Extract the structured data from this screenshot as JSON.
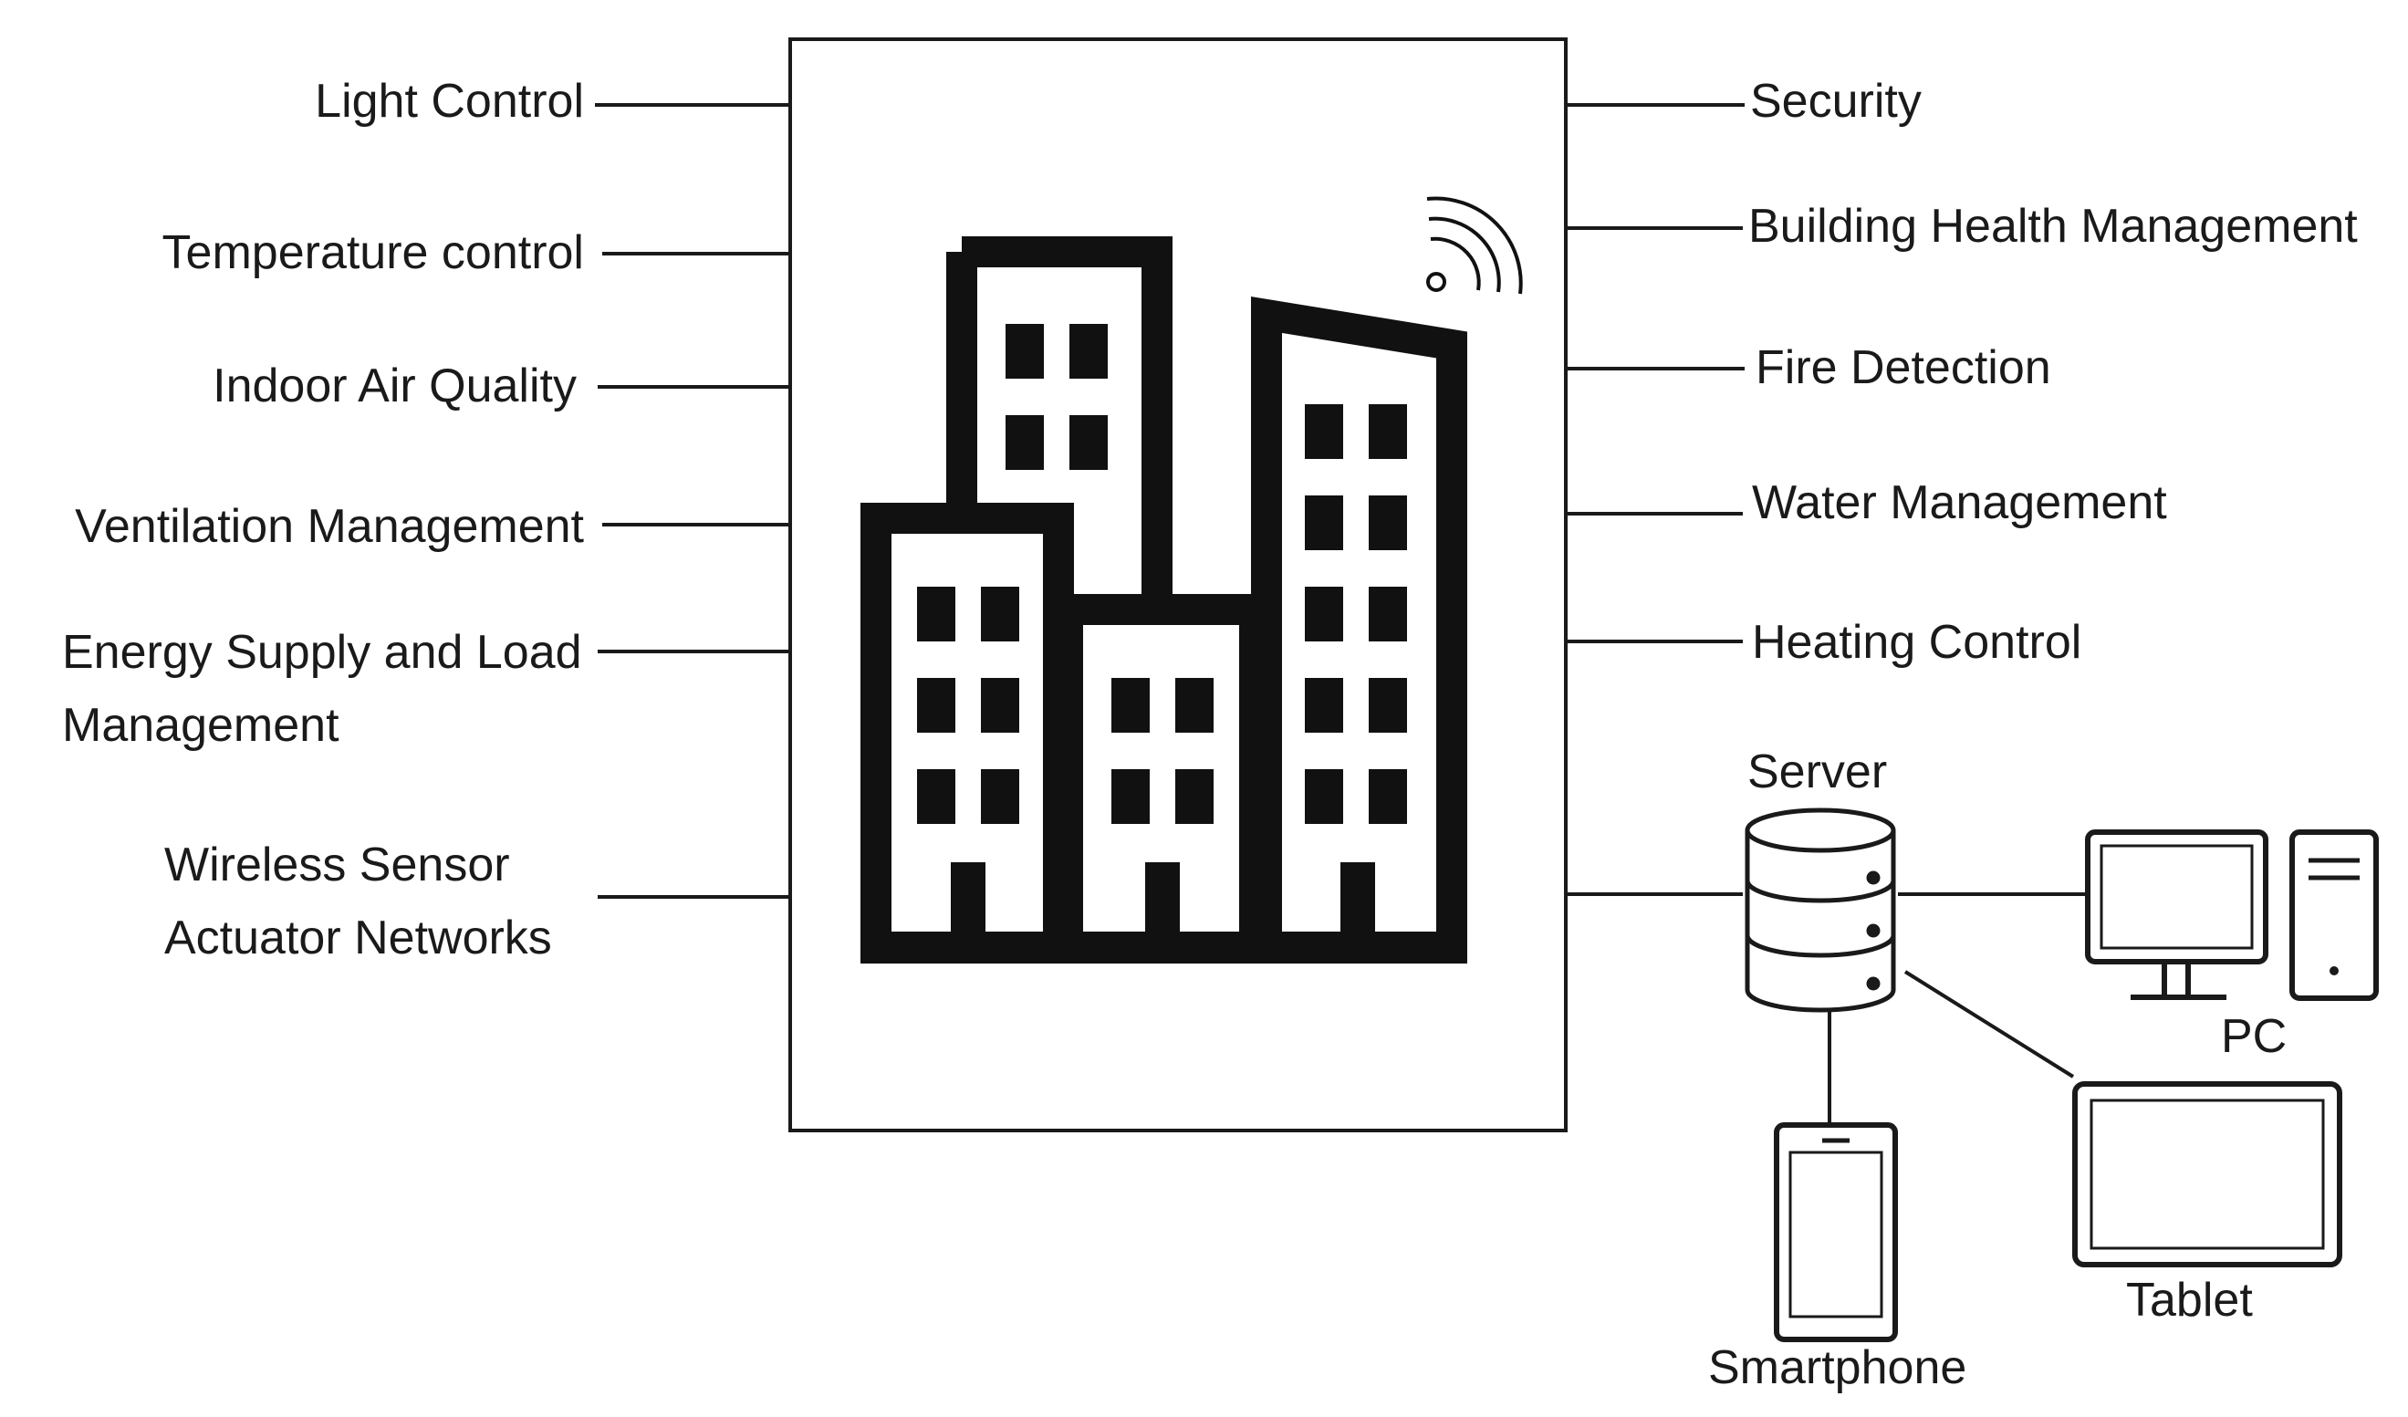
{
  "left_functions": [
    {
      "lines": [
        "Light Control"
      ]
    },
    {
      "lines": [
        "Temperature control"
      ]
    },
    {
      "lines": [
        "Indoor Air Quality"
      ]
    },
    {
      "lines": [
        "Ventilation Management"
      ]
    },
    {
      "lines": [
        "Energy Supply and Load",
        "Management"
      ]
    },
    {
      "lines": [
        "Wireless Sensor",
        "Actuator Networks"
      ]
    }
  ],
  "right_functions": [
    {
      "lines": [
        "Security"
      ]
    },
    {
      "lines": [
        "Building Health Management"
      ]
    },
    {
      "lines": [
        "Fire Detection"
      ]
    },
    {
      "lines": [
        "Water Management"
      ]
    },
    {
      "lines": [
        "Heating Control"
      ]
    }
  ],
  "devices": {
    "server": "Server",
    "pc": "PC",
    "tablet": "Tablet",
    "smartphone": "Smartphone"
  },
  "icons": {
    "building": "building-icon",
    "wifi": "wifi-icon",
    "server": "server-database-icon",
    "pc": "desktop-computer-icon",
    "tablet": "tablet-icon",
    "smartphone": "smartphone-icon"
  },
  "colors": {
    "stroke": "#1a1a1a",
    "background": "#ffffff"
  }
}
